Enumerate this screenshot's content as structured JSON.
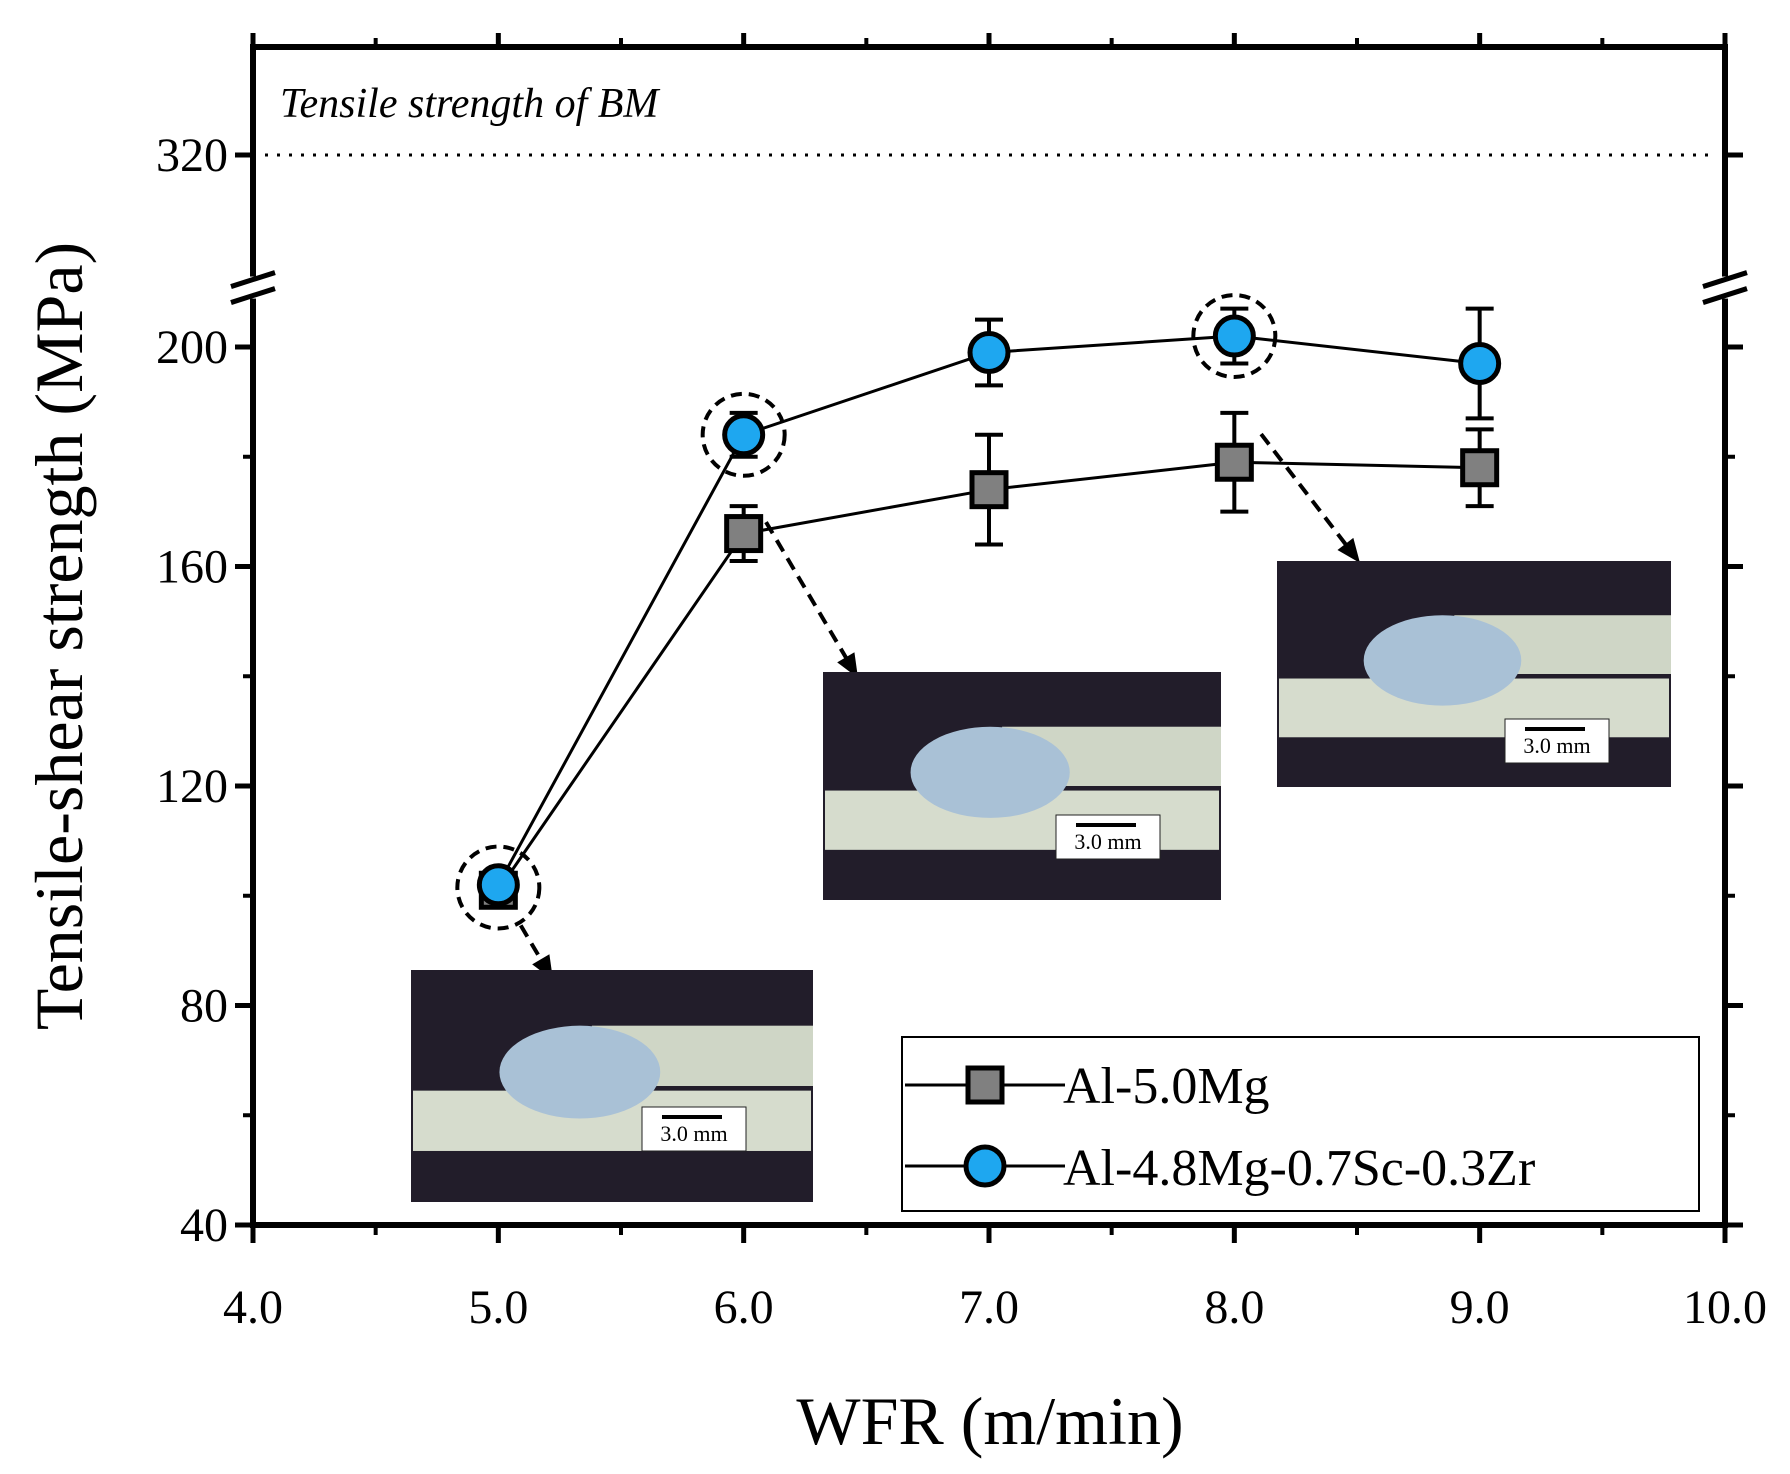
{
  "chart_data": {
    "type": "scatter",
    "xlabel": "WFR (m/min)",
    "ylabel": "Tensile-shear strength (MPa)",
    "xlim": [
      4.0,
      10.0
    ],
    "x_ticks": [
      "4.0",
      "5.0",
      "6.0",
      "7.0",
      "8.0",
      "9.0",
      "10.0"
    ],
    "y_ticks": [
      "40",
      "80",
      "120",
      "160",
      "200",
      "320"
    ],
    "y_axis_break": [
      210,
      310
    ],
    "grid": false,
    "legend_position": "bottom-right",
    "reference_line": {
      "y": 320,
      "label": "Tensile strength of BM",
      "style": "dotted"
    },
    "series": [
      {
        "name": "Al-5.0Mg",
        "marker": "square",
        "color": "#808080",
        "x": [
          5.0,
          6.0,
          7.0,
          8.0,
          9.0
        ],
        "y": [
          101,
          166,
          174,
          179,
          178
        ],
        "error": [
          2,
          5,
          10,
          9,
          7
        ]
      },
      {
        "name": "Al-4.8Mg-0.7Sc-0.3Zr",
        "marker": "circle",
        "color": "#1ea7f0",
        "x": [
          5.0,
          6.0,
          7.0,
          8.0,
          9.0
        ],
        "y": [
          102,
          184,
          199,
          202,
          197
        ],
        "error": [
          1,
          4,
          6,
          5,
          10
        ]
      }
    ],
    "highlighted_points": [
      5.0,
      6.0,
      8.0
    ]
  },
  "insets": [
    {
      "scale_label": "3.0 mm"
    },
    {
      "scale_label": "3.0 mm"
    },
    {
      "scale_label": "3.0 mm"
    }
  ]
}
